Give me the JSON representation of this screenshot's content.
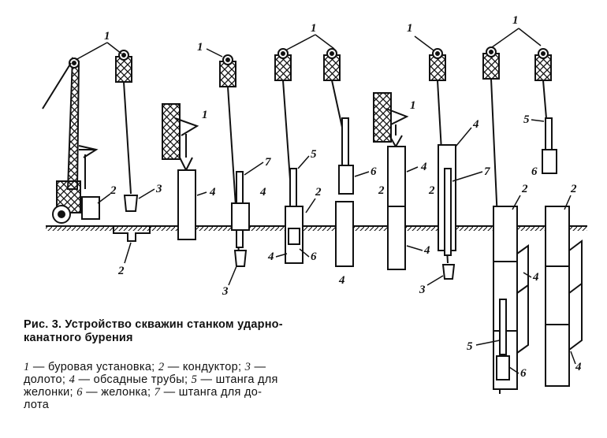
{
  "caption": {
    "line1": "Рис. 3. Устройство скважин станком ударно-",
    "line2": "канатного бурения"
  },
  "legend": {
    "l1_n1": "1",
    "l1_t1": " — буровая установка;   ",
    "l1_n2": "2",
    "l1_t2": " — кондуктор;  ",
    "l1_n3": "3",
    "l1_t3": " —",
    "l2_t0": "долото; ",
    "l2_n4": "4",
    "l2_t4": " — обсадные трубы; ",
    "l2_n5": "5",
    "l2_t5": " — штанга для",
    "l3_t0": "желонки; ",
    "l3_n6": "6",
    "l3_t6": " — желонка;  ",
    "l3_n7": "7",
    "l3_t7": " — штанга для до-",
    "l4_t0": "лота"
  },
  "labels": {
    "n1": "1",
    "n2": "2",
    "n3": "3",
    "n4": "4",
    "n5": "5",
    "n6": "6",
    "n7": "7"
  }
}
